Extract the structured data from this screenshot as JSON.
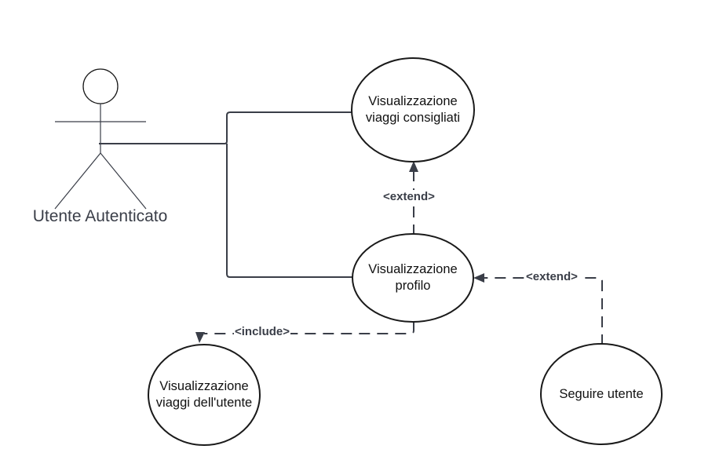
{
  "diagram": {
    "actor": {
      "name": "Utente Autenticato"
    },
    "use_cases": {
      "viaggi_consigliati": "Visualizzazione\nviaggi consigliati",
      "profilo": "Visualizzazione\nprofilo",
      "viaggi_utente": "Visualizzazione\nviaggi dell'utente",
      "seguire": "Seguire utente"
    },
    "relations": {
      "extend_consigliati": "<extend>",
      "extend_seguire": "<extend>",
      "include_viaggi": "<include>"
    },
    "colors": {
      "line": "#3a3e48",
      "shape_stroke": "#1a1a1a",
      "background": "#ffffff"
    }
  }
}
